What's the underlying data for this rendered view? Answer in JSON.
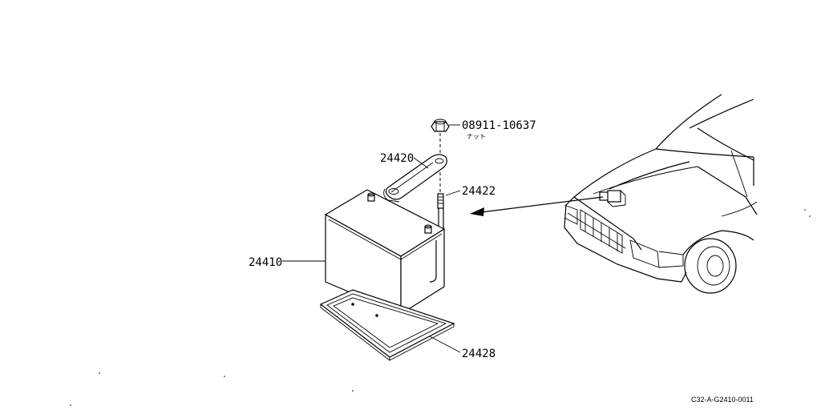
{
  "parts": {
    "nut": {
      "number": "08911-10637",
      "name": "ナット"
    },
    "clamp": {
      "number": "24420"
    },
    "rod": {
      "number": "24422"
    },
    "battery": {
      "number": "24410"
    },
    "tray": {
      "number": "24428"
    }
  },
  "diagram_code": "C32-A-G2410-0011"
}
